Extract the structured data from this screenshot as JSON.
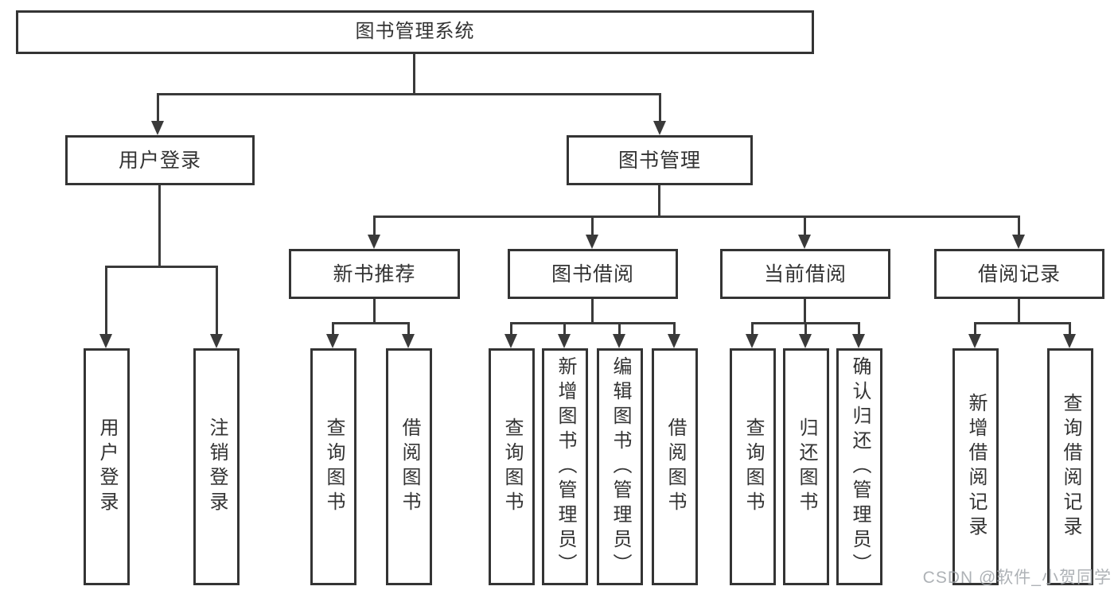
{
  "colors": {
    "line": "#3a3a3a",
    "box_border": "#343434",
    "text": "#333333",
    "background": "#ffffff",
    "watermark": "#a3a7ac"
  },
  "diagram": {
    "root": {
      "label": "图书管理系统"
    },
    "level2": {
      "user": {
        "label": "用户登录"
      },
      "book": {
        "label": "图书管理"
      }
    },
    "level3": {
      "recommend": {
        "label": "新书推荐"
      },
      "borrow": {
        "label": "图书借阅"
      },
      "current": {
        "label": "当前借阅"
      },
      "records": {
        "label": "借阅记录"
      }
    },
    "level4": {
      "user_login": {
        "label": "用户登录"
      },
      "user_logout": {
        "label": "注销登录"
      },
      "recommend_query_book": {
        "label": "查询图书"
      },
      "recommend_borrow_book": {
        "label": "借阅图书"
      },
      "borrow_query_book": {
        "label": "查询图书"
      },
      "borrow_add_book": {
        "label": "新增图书（管理员）"
      },
      "borrow_edit_book": {
        "label": "编辑图书（管理员）"
      },
      "borrow_borrow_book": {
        "label": "借阅图书"
      },
      "current_query_book": {
        "label": "查询图书"
      },
      "current_return_book": {
        "label": "归还图书"
      },
      "current_confirm_return": {
        "label": "确认归还（管理员）"
      },
      "records_add_record": {
        "label": "新增借阅记录"
      },
      "records_query_record": {
        "label": "查询借阅记录"
      }
    }
  },
  "watermark": {
    "text": "CSDN @软件_小贺同学"
  }
}
